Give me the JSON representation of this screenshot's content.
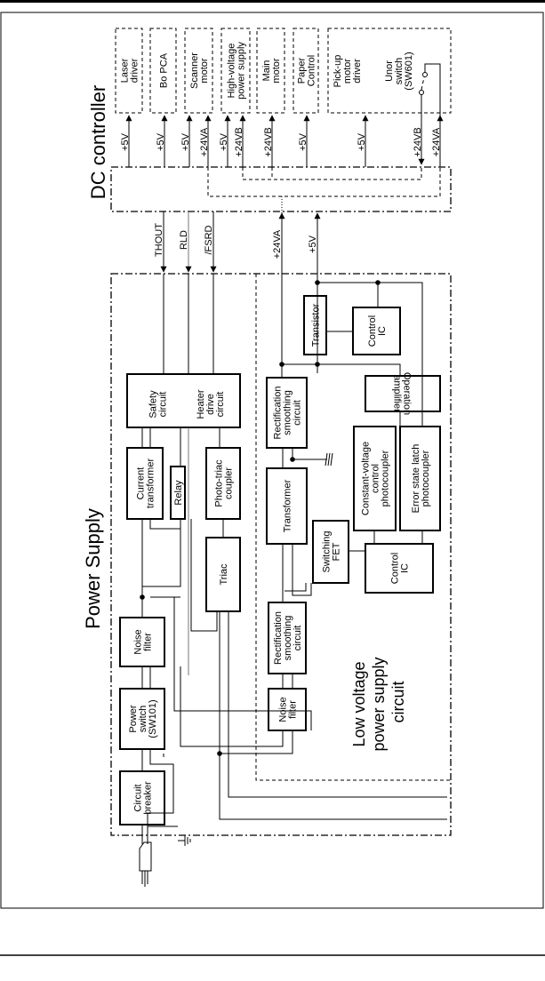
{
  "titles": {
    "dc_controller": "DC  controller",
    "power_supply": "Power  Supply",
    "low_voltage": [
      "Low  voltage",
      "power  supply",
      "circuit"
    ]
  },
  "load_blocks": {
    "laser_driver": [
      "Laser",
      "driver"
    ],
    "bo_pca": [
      "Bo PCA"
    ],
    "scanner_motor": [
      "Scanner",
      "motor"
    ],
    "high_voltage": [
      "High-voltage",
      "power supply"
    ],
    "main_motor": [
      "Main",
      "motor"
    ],
    "paper_control": [
      "Paper",
      "Control"
    ],
    "pickup": [
      "Pick-up",
      "motor",
      "driver"
    ],
    "unor_switch": [
      "Unor",
      "switch",
      "(SW601)"
    ]
  },
  "power_blocks": {
    "safety": [
      "Safety",
      "circuit"
    ],
    "heater": [
      "Heater",
      "drive",
      "circuit"
    ],
    "current_transformer": [
      "Current",
      "transformer"
    ],
    "relay": [
      "Relay"
    ],
    "photo_triac": [
      "Photo-triac",
      "coupler"
    ],
    "triac": [
      "Triac"
    ],
    "noise_filter_1": [
      "Noise",
      "filter"
    ],
    "power_switch": [
      "Power",
      "switch",
      "(SW101)"
    ],
    "circuit_breaker": [
      "Circuit",
      "breaker"
    ],
    "rect_1": [
      "Rectification",
      "smoothing",
      "circuit"
    ],
    "transformer": [
      "Transformer"
    ],
    "switching_fet": [
      "Switching",
      "FET"
    ],
    "rect_2": [
      "Rectification",
      "smoothing",
      "circuit"
    ],
    "noise_filter_2": [
      "Noise",
      "filter"
    ],
    "transistor": [
      "Transistor"
    ],
    "control_ic_1": [
      "Control",
      "IC"
    ],
    "op_amp": [
      "Operation",
      "amplifier"
    ],
    "cv_photocoupler": [
      "Constant-voltage",
      "control",
      "photocoupler"
    ],
    "err_photocoupler": [
      "Error state latch",
      "photocoupler"
    ],
    "control_ic_2": [
      "Control",
      "IC"
    ]
  },
  "supply_labels": [
    "+5V",
    "+5V",
    "+5V",
    "+24VA",
    "+5V",
    "+24VB",
    "+24VB",
    "+5V",
    "+5V",
    "+24VB",
    "+24VA"
  ],
  "signals": {
    "thout": "THOUT",
    "rld": "RLD",
    "fsrd": "/FSRD",
    "v24a": "+24VA",
    "v5": "+5V"
  }
}
